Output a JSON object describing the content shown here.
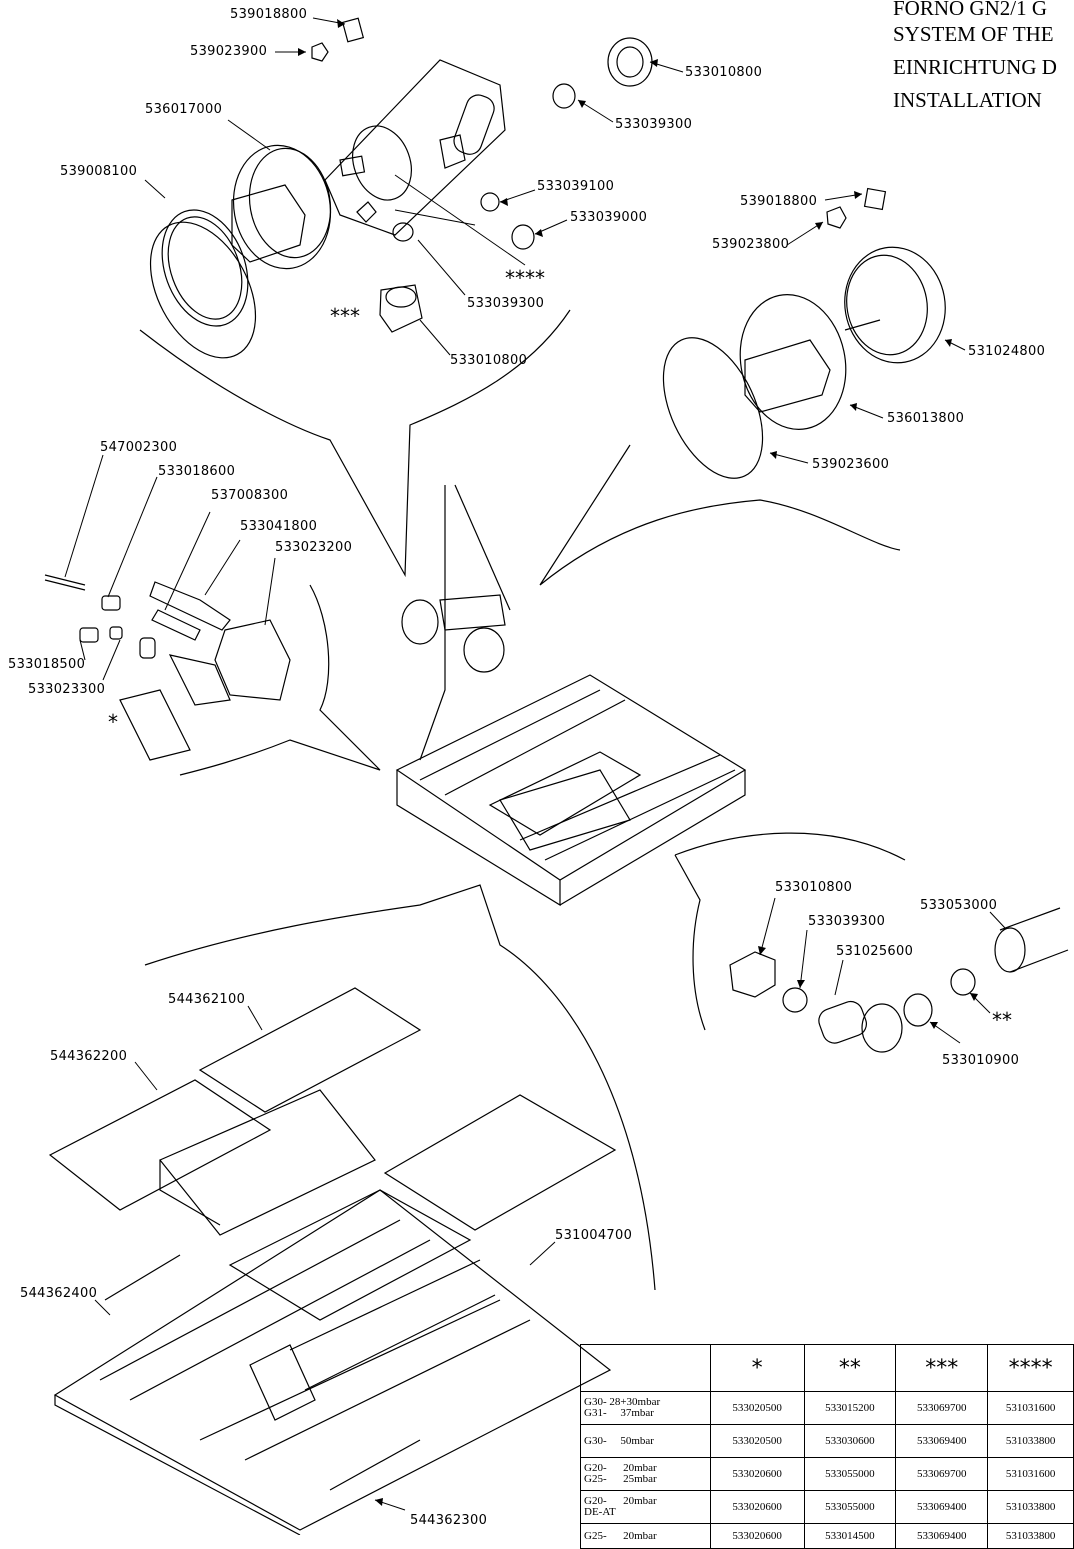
{
  "title_lines": [
    "FORNO GN2/1 G",
    "SYSTEM OF THE",
    "EINRICHTUNG D",
    "INSTALLATION"
  ],
  "part_labels": {
    "p539018800_top": "539018800",
    "p539023900": "539023900",
    "p533010800_top": "533010800",
    "p536017000": "536017000",
    "p533039300_top": "533039300",
    "p539008100": "539008100",
    "p533039100": "533039100",
    "p533039000": "533039000",
    "p539018800_right": "539018800",
    "p539023800": "539023800",
    "p533039300_mid": "533039300",
    "p533010800_mid": "533010800",
    "p531024800": "531024800",
    "p536013800": "536013800",
    "p539023600": "539023600",
    "p547002300": "547002300",
    "p533018600": "533018600",
    "p537008300": "537008300",
    "p533041800": "533041800",
    "p533023200": "533023200",
    "p533018500": "533018500",
    "p533023300": "533023300",
    "p533010800_low": "533010800",
    "p533053000": "533053000",
    "p533039300_low": "533039300",
    "p531025600": "531025600",
    "p533010900": "533010900",
    "p544362100": "544362100",
    "p544362200": "544362200",
    "p531004700": "531004700",
    "p544362400": "544362400",
    "p544362300": "544362300"
  },
  "markers": {
    "four_star": "****",
    "three_star": "***",
    "one_star": "*",
    "two_star": "**"
  },
  "table": {
    "headers": [
      "",
      "*",
      "**",
      "***",
      "****"
    ],
    "rows": [
      {
        "gas": "G30- 28+30mbar\nG31-     37mbar",
        "values": [
          "533020500",
          "533015200",
          "533069700",
          "531031600"
        ]
      },
      {
        "gas": "G30-     50mbar",
        "values": [
          "533020500",
          "533030600",
          "533069400",
          "531033800"
        ]
      },
      {
        "gas": "G20-      20mbar\nG25-      25mbar",
        "values": [
          "533020600",
          "533055000",
          "533069700",
          "531031600"
        ]
      },
      {
        "gas": "G20-      20mbar\nDE-AT",
        "values": [
          "533020600",
          "533055000",
          "533069400",
          "531033800"
        ]
      },
      {
        "gas": "G25-      20mbar",
        "values": [
          "533020600",
          "533014500",
          "533069400",
          "531033800"
        ]
      }
    ]
  }
}
